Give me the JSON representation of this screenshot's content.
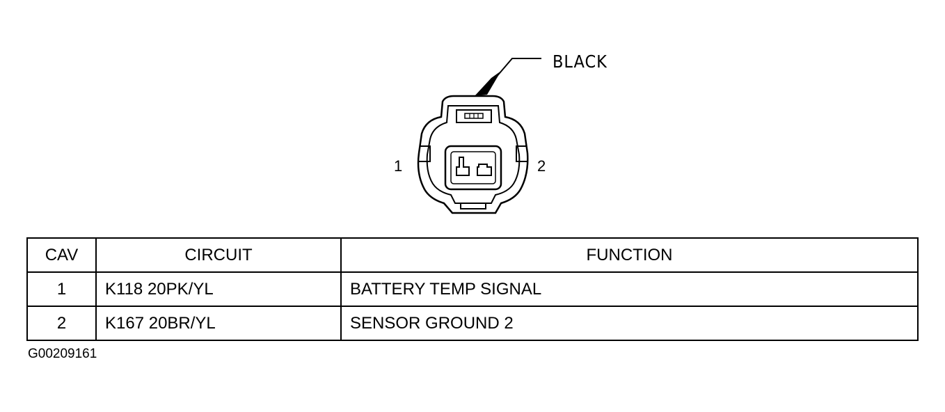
{
  "connector": {
    "color_label": "BLACK",
    "pins": [
      "1",
      "2"
    ]
  },
  "table": {
    "headers": {
      "cav": "CAV",
      "circuit": "CIRCUIT",
      "function": "FUNCTION"
    },
    "rows": [
      {
        "cav": "1",
        "circuit": "K118 20PK/YL",
        "function": "BATTERY TEMP SIGNAL"
      },
      {
        "cav": "2",
        "circuit": "K167 20BR/YL",
        "function": "SENSOR GROUND 2"
      }
    ]
  },
  "figure_id": "G00209161"
}
